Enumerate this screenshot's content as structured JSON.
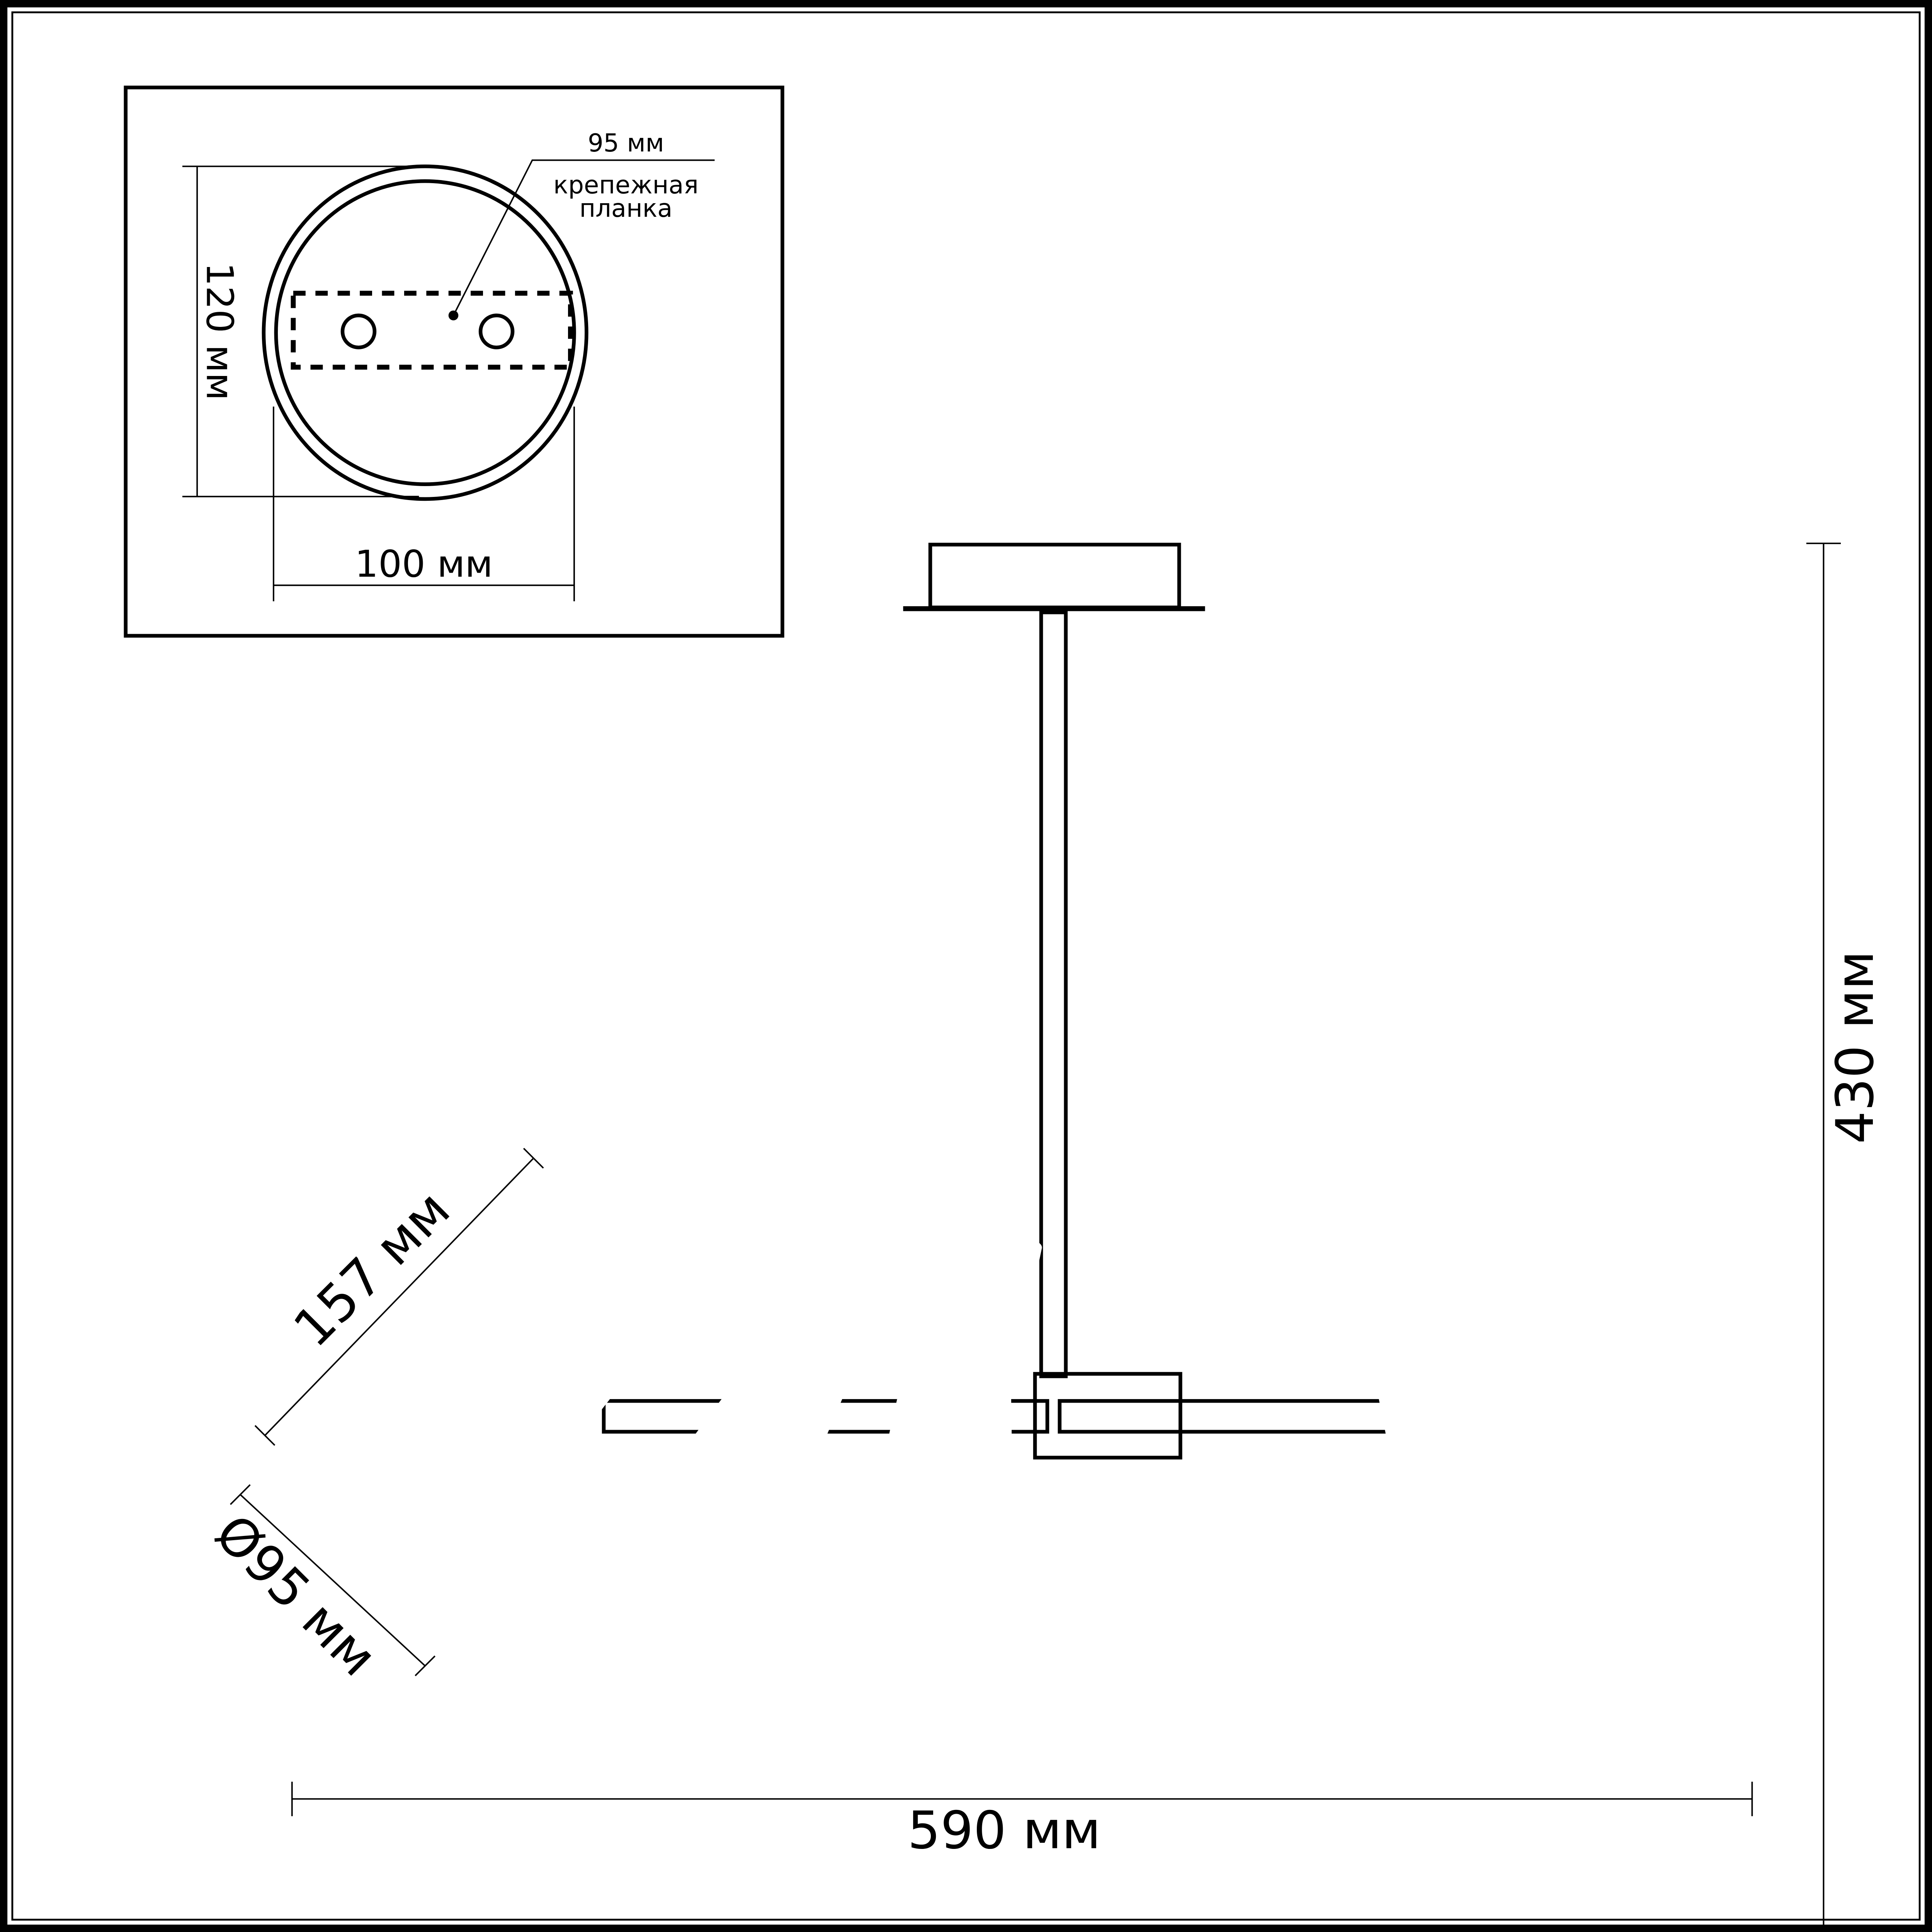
{
  "inset": {
    "plate_label_size": "95 мм",
    "plate_label_line1": "крепежная",
    "plate_label_line2": "планка",
    "height_label": "120 мм",
    "width_label": "100 мм"
  },
  "dimensions": {
    "total_width": "590 мм",
    "total_height": "430 мм",
    "shade_length": "157 мм",
    "shade_diameter": "Ø95 мм"
  },
  "colors": {
    "line": "#000000",
    "background": "#ffffff"
  }
}
